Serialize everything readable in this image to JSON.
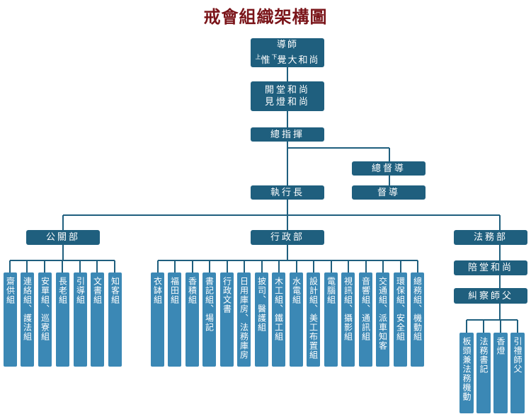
{
  "title": "戒會組織架構圖",
  "nodes": {
    "mentor_line1": "導師",
    "mentor_pre": "上",
    "mentor_mid": "惟",
    "mentor_pre2": "下",
    "mentor_rest": "覺大和尚",
    "opening_line1": "開堂和尚",
    "opening_line2": "見燈和尚",
    "chief_commander": "總指揮",
    "chief_supervisor": "總督導",
    "supervisor": "督導",
    "executive": "執行長",
    "public_relations": "公關部",
    "administration": "行政部",
    "dharma_affairs": "法務部",
    "hall_attendant": "陪堂和尚",
    "discipline_master": "糾察師父"
  },
  "pr_groups": [
    "齋供組",
    "連絡組、護法組",
    "安單組、巡寮組",
    "長老組",
    "引導組",
    "文書組",
    "知客組"
  ],
  "admin_groups": [
    "衣缽組",
    "福田組",
    "香積組",
    "書記組、場記",
    "行政文書",
    "日用庫房、法務庫房",
    "披司、醫護組",
    "木工組、鐵工組",
    "水電組",
    "設計組、美工布置組",
    "電腦組",
    "視訊組、攝影組",
    "音響組、通訊組",
    "交通組、派車知客",
    "環保組、安全組",
    "總務組、機動組"
  ],
  "dharma_groups": [
    "板頭兼法務機動",
    "法務書記",
    "香燈",
    "引禮師父"
  ]
}
